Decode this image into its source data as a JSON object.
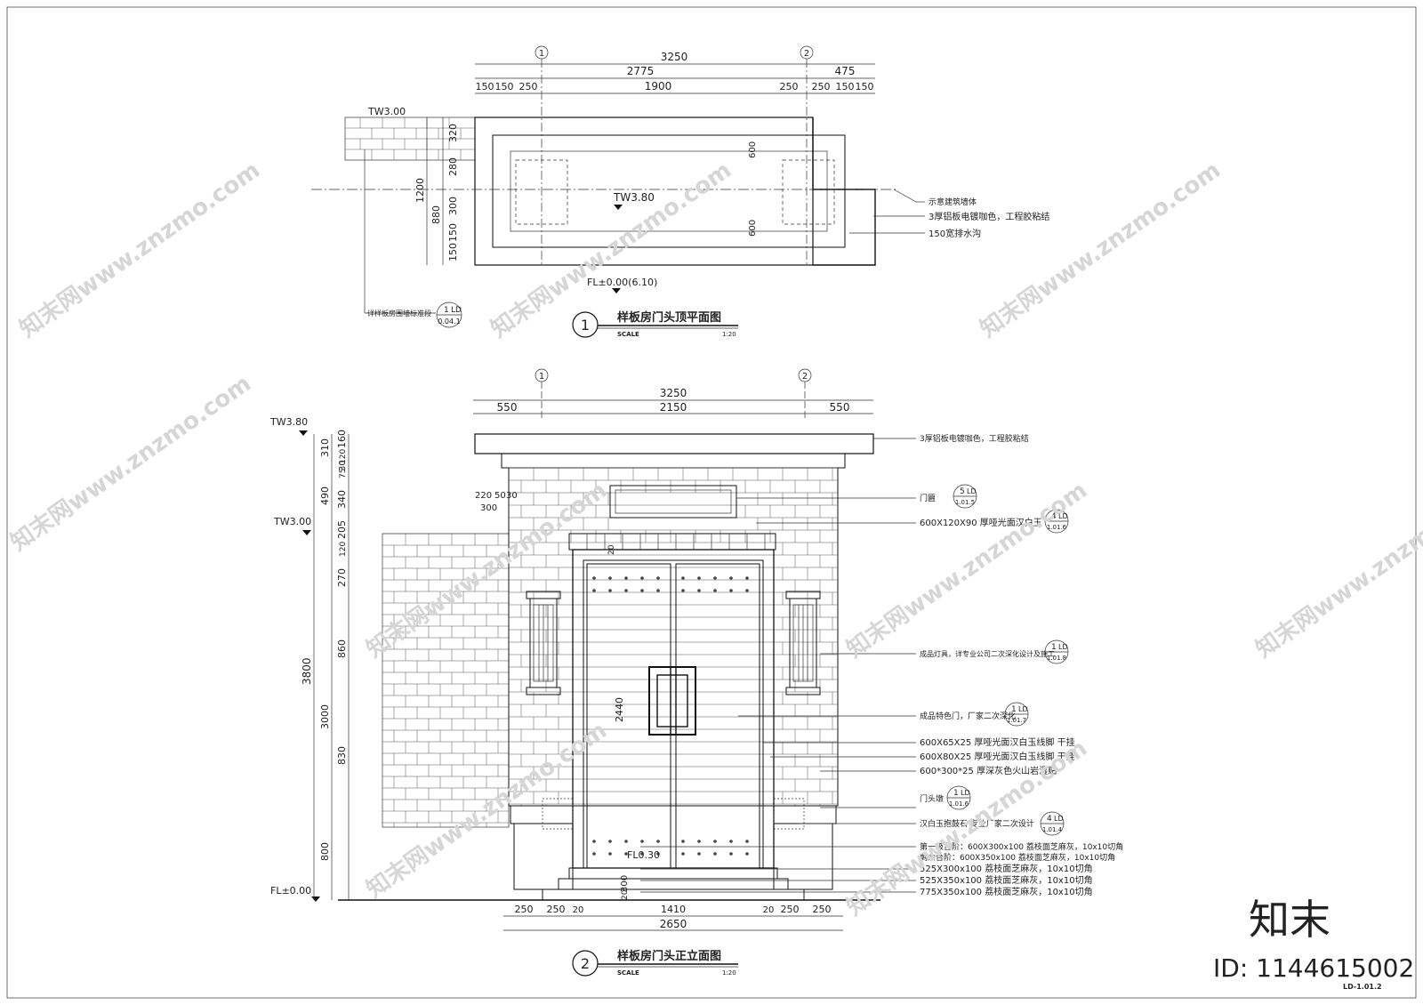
{
  "plan": {
    "grid_1": "1",
    "grid_2": "2",
    "dim_total": "3250",
    "dim_2775": "2775",
    "dim_475": "475",
    "dims_row": [
      "150",
      "150",
      "250",
      "1900",
      "250",
      "250",
      "150",
      "150"
    ],
    "tw_wall": "TW3.00",
    "tw_roof": "TW3.80",
    "fl": "FL±0.00(6.10)",
    "left_dims": [
      "320",
      "280",
      "300",
      "150",
      "150"
    ],
    "dim_1200": "1200",
    "dim_880": "880",
    "inner_600a": "600",
    "inner_600b": "600",
    "note_wall": "示意建筑墙体",
    "note_alu": "3厚铝板电镀咖色，工程胶粘结",
    "note_drain": "150宽排水沟",
    "ref_note": "详样板房围墙标准段",
    "ref_num": "1",
    "ref_tag": "LD",
    "ref_sheet": "0.04.1",
    "title_num": "1",
    "title": "样板房门头顶平面图",
    "scale_label": "SCALE",
    "scale": "1:20"
  },
  "elev": {
    "grid_1": "1",
    "grid_2": "2",
    "dim_total": "3250",
    "dim_550a": "550",
    "dim_2150": "2150",
    "dim_550b": "550",
    "tw_top": "TW3.80",
    "tw_wall": "TW3.00",
    "fl": "FL±0.00",
    "fl_step": "FL0.30",
    "left_col1": [
      "310",
      "490",
      "3000",
      "800"
    ],
    "left_col2": [
      "160",
      "30",
      "340",
      "205",
      "270",
      "860",
      "830"
    ],
    "dim_3800": "3800",
    "small_dims": [
      "120",
      "75",
      "120",
      "220",
      "50",
      "30",
      "300",
      "20"
    ],
    "door_height": "2440",
    "step_dims": [
      "300",
      "20"
    ],
    "bottom_dims": [
      "250",
      "250",
      "20",
      "1410",
      "20",
      "250",
      "250"
    ],
    "bottom_total": "2650",
    "notes": [
      "3厚铝板电镀咖色，工程胶粘结",
      "门匾",
      "600X120X90 厚哑光面汉白玉",
      "成品灯具，详专业公司二次深化设计及施工",
      "成品特色门，厂家二次深化",
      "600X65X25 厚哑光面汉白玉线脚 干挂",
      "600X80X25 厚哑光面汉白玉线脚 干挂",
      "600*300*25 厚深灰色火山岩湿贴",
      "门头墩",
      "汉白玉抱鼓石 专业厂家二次设计"
    ],
    "steps_notes": [
      "第一级台阶：600X300x100 荔枝面芝麻灰，10x10切角",
      "剩余台阶：600X350x100 荔枝面芝麻灰，10x10切角",
      "525X300x100 荔枝面芝麻灰，10x10切角",
      "525X350x100 荔枝面芝麻灰，10x10切角",
      "775X350x100 荔枝面芝麻灰，10x10切角"
    ],
    "refs": [
      {
        "num": "5",
        "tag": "LD",
        "sheet": "1.01.5"
      },
      {
        "num": "4",
        "tag": "LD",
        "sheet": "1.01.6"
      },
      {
        "num": "1",
        "tag": "LD",
        "sheet": "1.01.8"
      },
      {
        "num": "1",
        "tag": "LD",
        "sheet": "1.01.7"
      },
      {
        "num": "1",
        "tag": "LD",
        "sheet": "1.01.6"
      },
      {
        "num": "4",
        "tag": "LD",
        "sheet": "1.01.4"
      }
    ],
    "title_num": "2",
    "title": "样板房门头正立面图",
    "scale_label": "SCALE",
    "scale": "1:20"
  },
  "footer": {
    "brand": "知末",
    "id_text": "ID: 1144615002",
    "sheet_no": "LD-1.01.2"
  },
  "watermark": "知末网www.znzmo.com"
}
